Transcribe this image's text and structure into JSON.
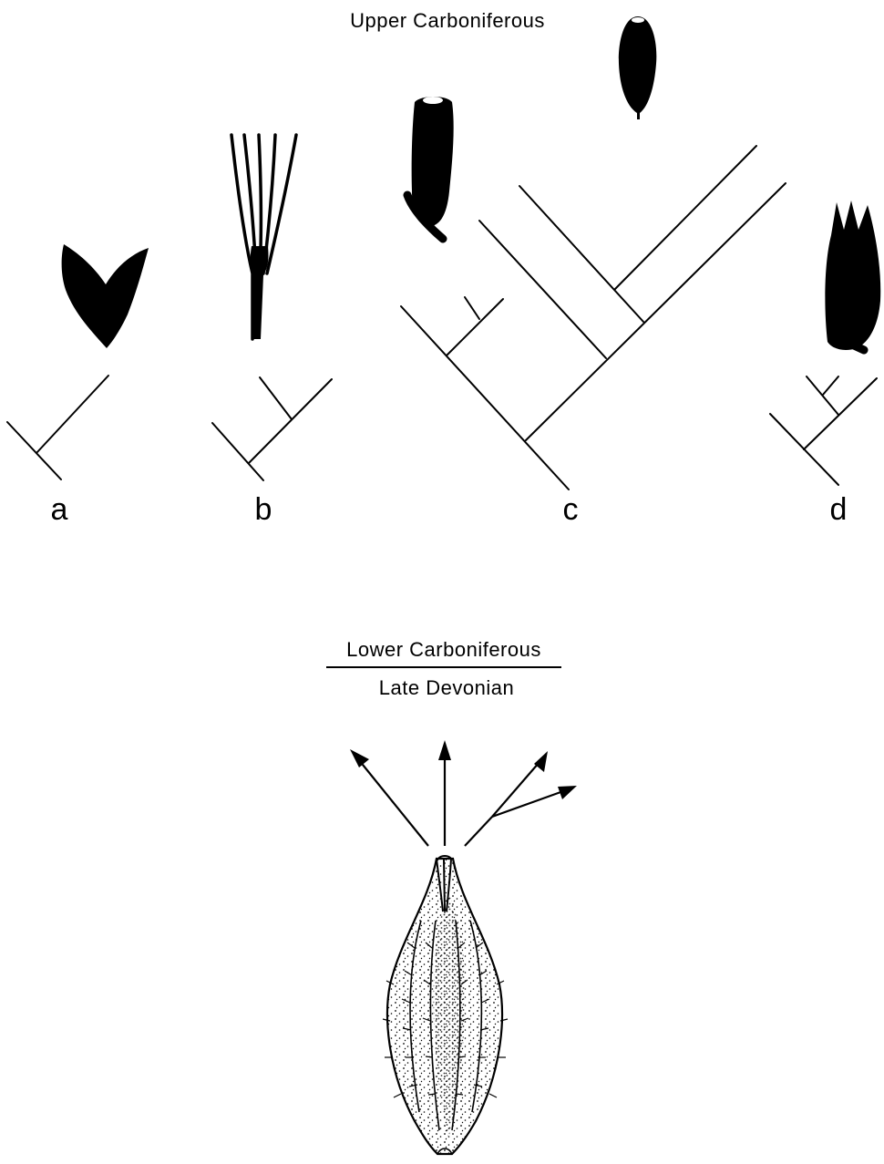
{
  "periods": {
    "upper": "Upper Carboniferous",
    "lower": "Lower Carboniferous",
    "late": "Late Devonian"
  },
  "groups": [
    {
      "label": "a"
    },
    {
      "label": "b"
    },
    {
      "label": "c"
    },
    {
      "label": "d"
    }
  ]
}
